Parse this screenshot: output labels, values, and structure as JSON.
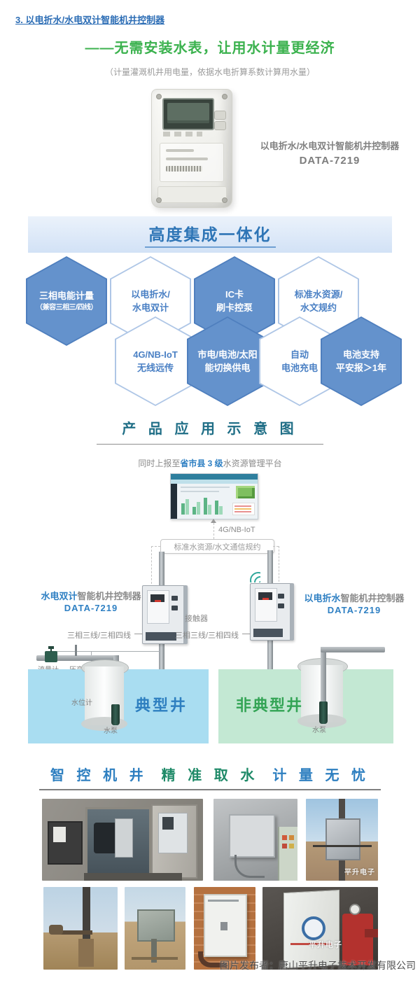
{
  "colors": {
    "accent_blue": "#2e75b6",
    "accent_green": "#3bb24e",
    "hex_blue": "#6492cc",
    "well_blue": "#a9ddf1",
    "well_green": "#c3e8d3"
  },
  "header": {
    "section_title": "3. 以电折水/水电双计智能机井控制器",
    "slogan": "——无需安装水表，让用水计量更经济",
    "note": "（计量灌溉机井用电量，依据水电折算系数计算用水量）"
  },
  "product": {
    "name": "以电折水/水电双计智能机井控制器",
    "model": "DATA-7219"
  },
  "banner": {
    "title": "高度集成一体化"
  },
  "features": [
    {
      "line1": "三相电能计量",
      "line2": "（兼容三相三/四线）"
    },
    {
      "line1": "以电折水/",
      "line2": "水电双计"
    },
    {
      "line1": "IC卡",
      "line2": "刷卡控泵"
    },
    {
      "line1": "标准水资源/",
      "line2": "水文规约"
    },
    {
      "line1": "4G/NB-IoT",
      "line2": "无线远传"
    },
    {
      "line1": "市电/电池/太阳",
      "line2": "能切换供电"
    },
    {
      "line1": "自动",
      "line2": "电池充电"
    },
    {
      "line1": "电池支持",
      "line2": "平安报＞1年"
    }
  ],
  "application": {
    "heading": "产 品 应 用 示 意 图",
    "caption": {
      "prefix": "同时上报至",
      "highlight": "省市县 3 级",
      "suffix": "水资源管理平台"
    },
    "network_label": "4G/NB-IoT",
    "protocol_label": "标准水资源/水文通信规约",
    "left_device": {
      "name_highlight": "水电双计",
      "name_rest": "智能机井控制器",
      "model": "DATA-7219"
    },
    "right_device": {
      "name_highlight": "以电折水",
      "name_rest": "智能机井控制器",
      "model": "DATA-7219"
    },
    "contactor_label": "接触器",
    "wiring_left": "三相三线/三相四线",
    "wiring_right": "三相三线/三相四线",
    "flow_meter_label": "流量计",
    "pressure_label": "压变",
    "water_level_label": "水位计",
    "pump_label_left": "水泵",
    "pump_label_right": "水泵",
    "typical_well": "典型井",
    "atypical_well": "非典型井"
  },
  "gallery": {
    "heading_parts": [
      "智 控 机 井",
      "精 准 取 水",
      "计 量 无 忧"
    ],
    "watermark": "平升电子"
  },
  "footer": {
    "credit": "图片发布者：唐山平升电子技术开发有限公司"
  }
}
